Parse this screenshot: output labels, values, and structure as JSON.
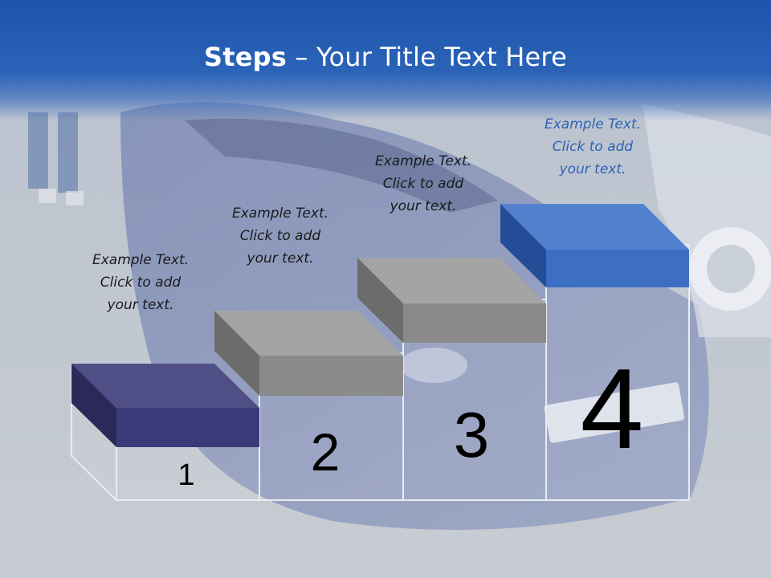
{
  "slide": {
    "title_bold": "Steps",
    "title_rest": " – Your Title Text Here",
    "colors": {
      "header": "#1d54a9",
      "step1": "#3b3a78",
      "step2": "#8a8a8a",
      "step3": "#8a8a8a",
      "step4": "#3c6fc4",
      "accent_text": "#2f62b4"
    }
  },
  "steps": [
    {
      "number": "1",
      "caption": [
        "Example Text.",
        "Click  to add",
        "your text."
      ]
    },
    {
      "number": "2",
      "caption": [
        "Example Text.",
        "Click  to add",
        "your text."
      ]
    },
    {
      "number": "3",
      "caption": [
        "Example Text.",
        "Click  to add",
        "your text."
      ]
    },
    {
      "number": "4",
      "caption": [
        "Example Text.",
        "Click  to add",
        "your text."
      ]
    }
  ]
}
